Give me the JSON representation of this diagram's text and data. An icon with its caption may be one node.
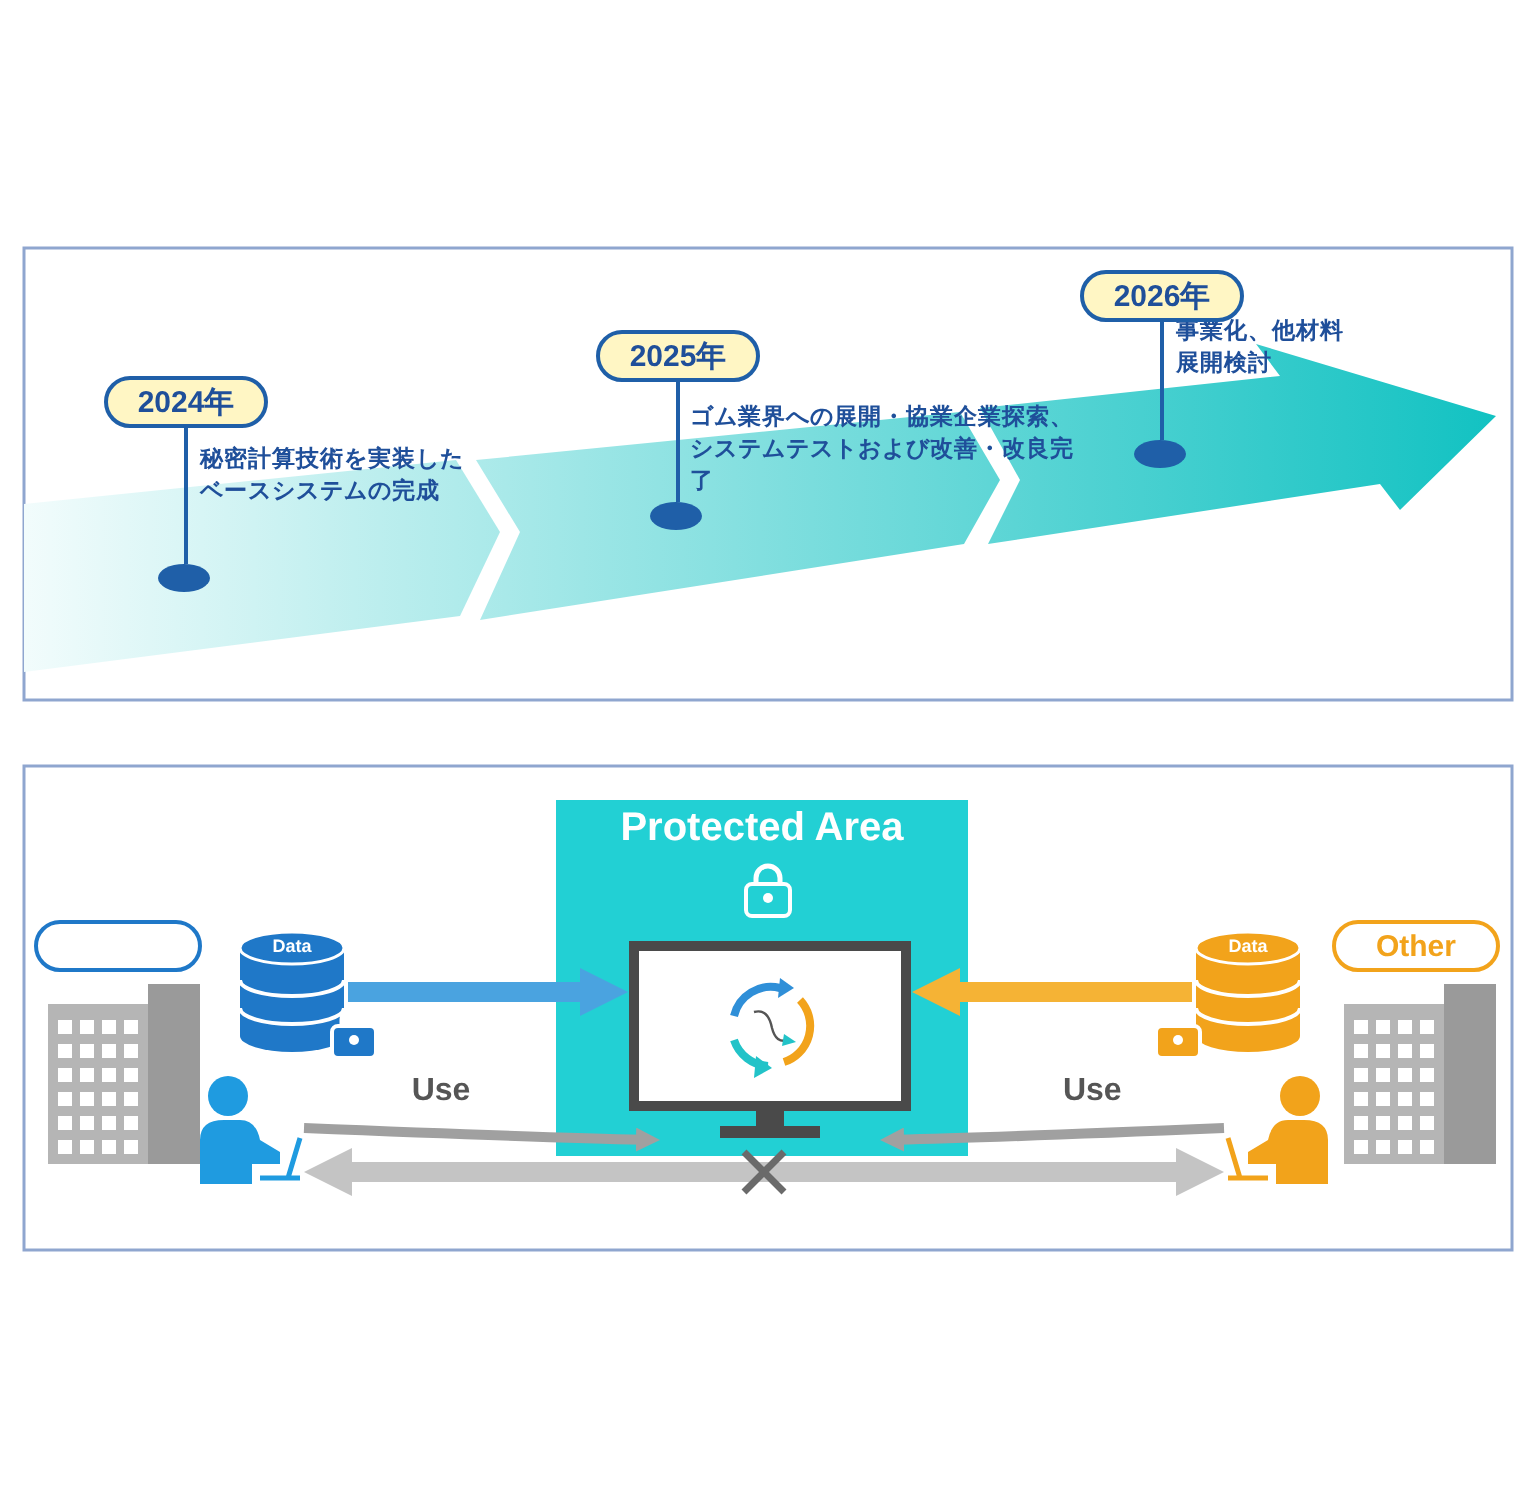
{
  "diagram": {
    "nodes": [
      {
        "text": [
          "2024年"
        ],
        "beside": [
          "秘密計算技術を実装したベースシステムの完成"
        ]
      },
      {
        "text": [],
        "shape": "circle"
      },
      {
        "text": [
          "2025年"
        ],
        "beside": [
          "ゴム業界への展開・協業企業探索、システムテストおよび改善・改良完了"
        ]
      },
      {
        "text": [],
        "shape": "circle"
      },
      {
        "text": [
          "2026年"
        ],
        "beside": [
          "事業化、他材料展開検討"
        ]
      },
      {
        "text": [],
        "shape": "circle"
      },
      {
        "text": [
          "Protected Area"
        ]
      },
      {
        "text": [],
        "shape": "monitor",
        "in": 6
      },
      {
        "text": [],
        "shape": "box"
      },
      {
        "text": [
          "Data"
        ]
      },
      {
        "text": [],
        "shape": "person"
      },
      {
        "text": [
          "Other"
        ]
      },
      {
        "text": [
          "Data"
        ]
      },
      {
        "text": [],
        "shape": "person"
      }
    ],
    "edges": [
      {
        "from": 0,
        "to": 1,
        "arrow": "none"
      },
      {
        "from": 2,
        "to": 3,
        "arrow": "none"
      },
      {
        "from": 4,
        "to": 5,
        "arrow": "none"
      },
      {
        "from": 9,
        "to": 7,
        "arrow": "to",
        "style": "thick",
        "color": "#4aa3e0"
      },
      {
        "from": 12,
        "to": 7,
        "arrow": "to",
        "style": "thick",
        "color": "#f5b335"
      },
      {
        "from": 10,
        "to": 7,
        "arrow": "to",
        "label": "Use",
        "color": "#a0a0a0"
      },
      {
        "from": 13,
        "to": 7,
        "arrow": "to",
        "label": "Use",
        "color": "#a0a0a0"
      },
      {
        "from": 10,
        "to": 13,
        "arrow": "both",
        "style": "thick",
        "color": "#c4c4c4"
      }
    ]
  }
}
